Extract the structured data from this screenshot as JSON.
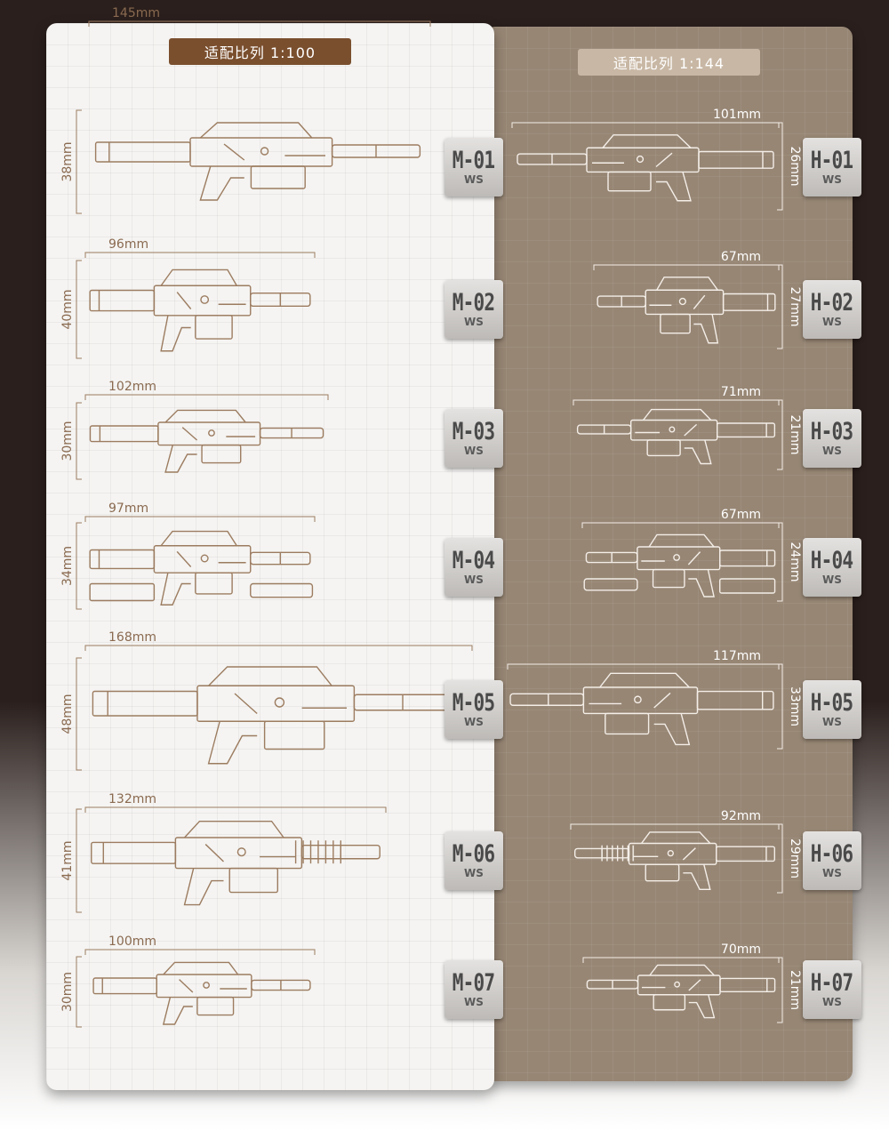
{
  "headers": {
    "left": "适配比列 1:100",
    "right": "适配比列 1:144"
  },
  "badge_suffix": "WS",
  "left_items": [
    {
      "code": "M-01",
      "width": "145mm",
      "height": "38mm"
    },
    {
      "code": "M-02",
      "width": "96mm",
      "height": "40mm"
    },
    {
      "code": "M-03",
      "width": "102mm",
      "height": "30mm"
    },
    {
      "code": "M-04",
      "width": "97mm",
      "height": "34mm"
    },
    {
      "code": "M-05",
      "width": "168mm",
      "height": "48mm"
    },
    {
      "code": "M-06",
      "width": "132mm",
      "height": "41mm"
    },
    {
      "code": "M-07",
      "width": "100mm",
      "height": "30mm"
    }
  ],
  "right_items": [
    {
      "code": "H-01",
      "width": "101mm",
      "height": "26mm"
    },
    {
      "code": "H-02",
      "width": "67mm",
      "height": "27mm"
    },
    {
      "code": "H-03",
      "width": "71mm",
      "height": "21mm"
    },
    {
      "code": "H-04",
      "width": "67mm",
      "height": "24mm"
    },
    {
      "code": "H-05",
      "width": "117mm",
      "height": "33mm"
    },
    {
      "code": "H-06",
      "width": "92mm",
      "height": "29mm"
    },
    {
      "code": "H-07",
      "width": "70mm",
      "height": "21mm"
    }
  ],
  "colors": {
    "left_line": "#9c7c60",
    "right_line": "#f4eee8",
    "left_dim": "#8a6a50",
    "right_dim": "#ffffff"
  }
}
